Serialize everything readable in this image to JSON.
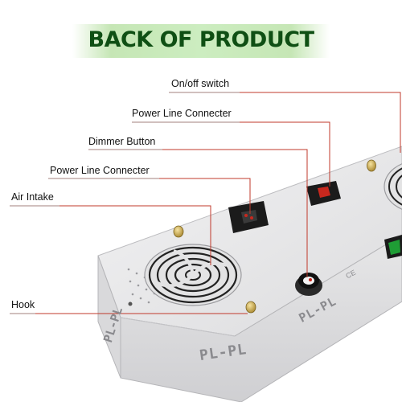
{
  "title": "BACK OF PRODUCT",
  "callouts": {
    "onoff_switch": "On/off switch",
    "power_line_1": "Power Line Connecter",
    "dimmer_button": "Dimmer Button",
    "power_line_2": "Power Line Connecter",
    "air_intake": "Air Intake",
    "hook": "Hook"
  },
  "branding": {
    "logo_text": "PL-PL",
    "side_logo_text": "PL-PL",
    "cert_mark": "CE"
  },
  "colors": {
    "title_text": "#0f4f14",
    "banner_green": "#9fd98a",
    "callout_line": "#c0392b",
    "housing": "#e9e9ea",
    "switch_red": "#c8281e",
    "switch_green": "#1f9d35"
  }
}
